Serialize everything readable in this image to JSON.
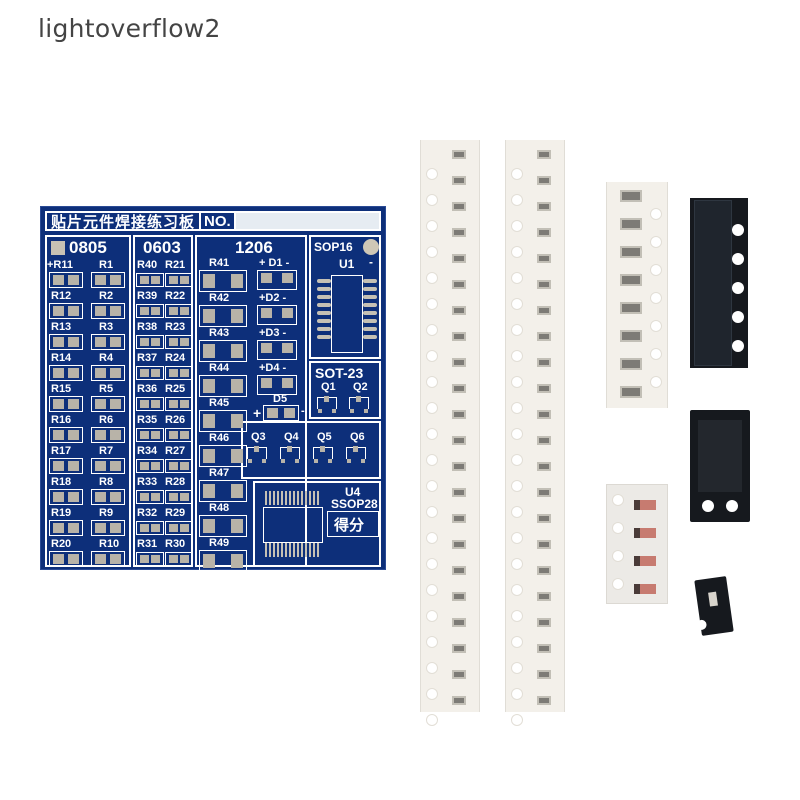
{
  "watermark": "lightoverflow2",
  "pcb": {
    "title_cn": "贴片元件焊接练习板",
    "title_no": "NO.",
    "sections": {
      "s0805": "0805",
      "s0603": "0603",
      "s1206": "1206",
      "sop16": "SOP16",
      "sot23": "SOT-23",
      "u1": "U1",
      "u1_minus": "-",
      "u4": "U4",
      "ssop28": "SSOP28",
      "score": "得分"
    },
    "col0805_left": [
      "+R11",
      "R12",
      "R13",
      "R14",
      "R15",
      "R16",
      "R17",
      "R18",
      "R19",
      "R20"
    ],
    "col0805_right": [
      "R1",
      "R2",
      "R3",
      "R4",
      "R5",
      "R6",
      "R7",
      "R8",
      "R9",
      "R10"
    ],
    "col0603_left": [
      "R40",
      "R39",
      "R38",
      "R37",
      "R36",
      "R35",
      "R34",
      "R33",
      "R32",
      "R31"
    ],
    "col0603_right": [
      "R21",
      "R22",
      "R23",
      "R24",
      "R25",
      "R26",
      "R27",
      "R28",
      "R29",
      "R30"
    ],
    "col1206_res": [
      "R41",
      "R42",
      "R43",
      "R44",
      "R45",
      "R46",
      "R47",
      "R48",
      "R49"
    ],
    "diodes": [
      "+ D1 -",
      "+D2 -",
      "+D3 -",
      "+D4 -",
      "D5"
    ],
    "d5_plus": "+",
    "d5_minus": "-",
    "transistors_top": [
      "Q1",
      "Q2"
    ],
    "transistors_bottom": [
      "Q3",
      "Q4",
      "Q5",
      "Q6"
    ]
  },
  "components": {
    "tape_left": "0603 resistor tape",
    "tape_right": "0805 resistor tape",
    "tape_1206": "1206 resistor tape",
    "tape_sot23": "SOT-23 transistor tape",
    "chip_sop16": "SOP16 IC",
    "tape_diodes": "diode tape",
    "chip_ssop": "SSOP chip"
  },
  "colors": {
    "pcb_blue": "#0d2f7a",
    "silkscreen": "#ffffff",
    "pad": "#b8b3a8",
    "tape": "#f3f0ea",
    "dark_tape": "#16191e"
  }
}
